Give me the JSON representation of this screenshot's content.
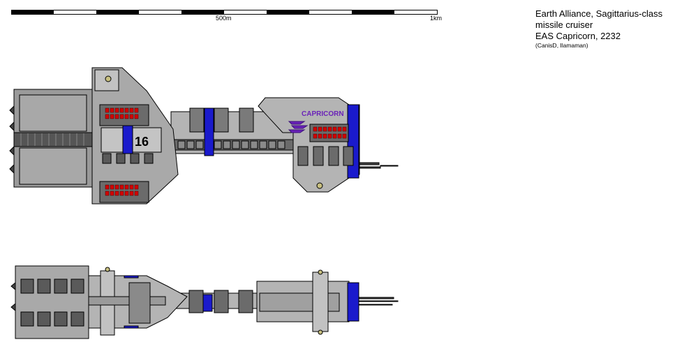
{
  "scale_bar": {
    "mid_label": "500m",
    "end_label": "1km"
  },
  "caption": {
    "line1": "Earth Alliance, Sagittarius-class",
    "line2": "missile cruiser",
    "line3": "EAS Capricorn, 2232",
    "credit": "(CanisD, Ilamaman)"
  },
  "ship": {
    "hull_number": "16",
    "name": "CAPRICORN",
    "colors": {
      "hull": "#b4b4b4",
      "hull_dark": "#6b6b6b",
      "stripe": "#1a1acc",
      "window_red": "#d40000",
      "emblem": "#6a22b8"
    }
  }
}
